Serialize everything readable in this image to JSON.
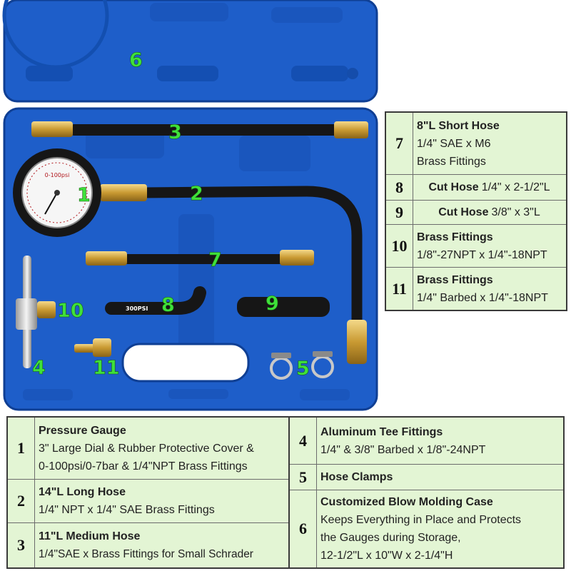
{
  "photo": {
    "case_color": "#1e5ec9",
    "case_shade": "#124aa6",
    "markers": [
      "6",
      "3",
      "1",
      "2",
      "7",
      "10",
      "8",
      "9",
      "4",
      "11",
      "5"
    ],
    "gauge_label": "0-100psi",
    "hose_print": "300PSI"
  },
  "right_table": {
    "rows": [
      {
        "num": "7",
        "title": "8\"L Short Hose",
        "lines": [
          "1/4\" SAE x M6",
          "Brass Fittings"
        ]
      },
      {
        "num": "8",
        "title": "Cut Hose",
        "inline": "1/4\" x 2-1/2\"L"
      },
      {
        "num": "9",
        "title": "Cut Hose",
        "inline": "3/8\" x 3\"L"
      },
      {
        "num": "10",
        "title": "Brass Fittings",
        "lines": [
          "1/8\"-27NPT x 1/4\"-18NPT"
        ]
      },
      {
        "num": "11",
        "title": "Brass Fittings",
        "lines": [
          "1/4\" Barbed x 1/4\"-18NPT"
        ]
      }
    ]
  },
  "bottom_table": {
    "left": [
      {
        "num": "1",
        "title": "Pressure Gauge",
        "lines": [
          "3\" Large Dial & Rubber Protective Cover &",
          "0-100psi/0-7bar & 1/4\"NPT Brass Fittings"
        ]
      },
      {
        "num": "2",
        "title": "14\"L Long Hose",
        "lines": [
          "1/4\" NPT x 1/4\" SAE Brass Fittings"
        ]
      },
      {
        "num": "3",
        "title": "11\"L Medium Hose",
        "lines": [
          "1/4\"SAE x Brass Fittings for Small Schrader"
        ]
      }
    ],
    "right": [
      {
        "num": "4",
        "title": "Aluminum Tee Fittings",
        "lines": [
          "1/4\" & 3/8\" Barbed x 1/8\"-24NPT"
        ]
      },
      {
        "num": "5",
        "title": "Hose Clamps",
        "lines": []
      },
      {
        "num": "6",
        "title": "Customized Blow Molding Case",
        "lines": [
          "Keeps Everything in Place and Protects",
          "the Gauges during Storage,",
          "12-1/2\"L x 10\"W x 2-1/4\"H"
        ]
      }
    ]
  }
}
